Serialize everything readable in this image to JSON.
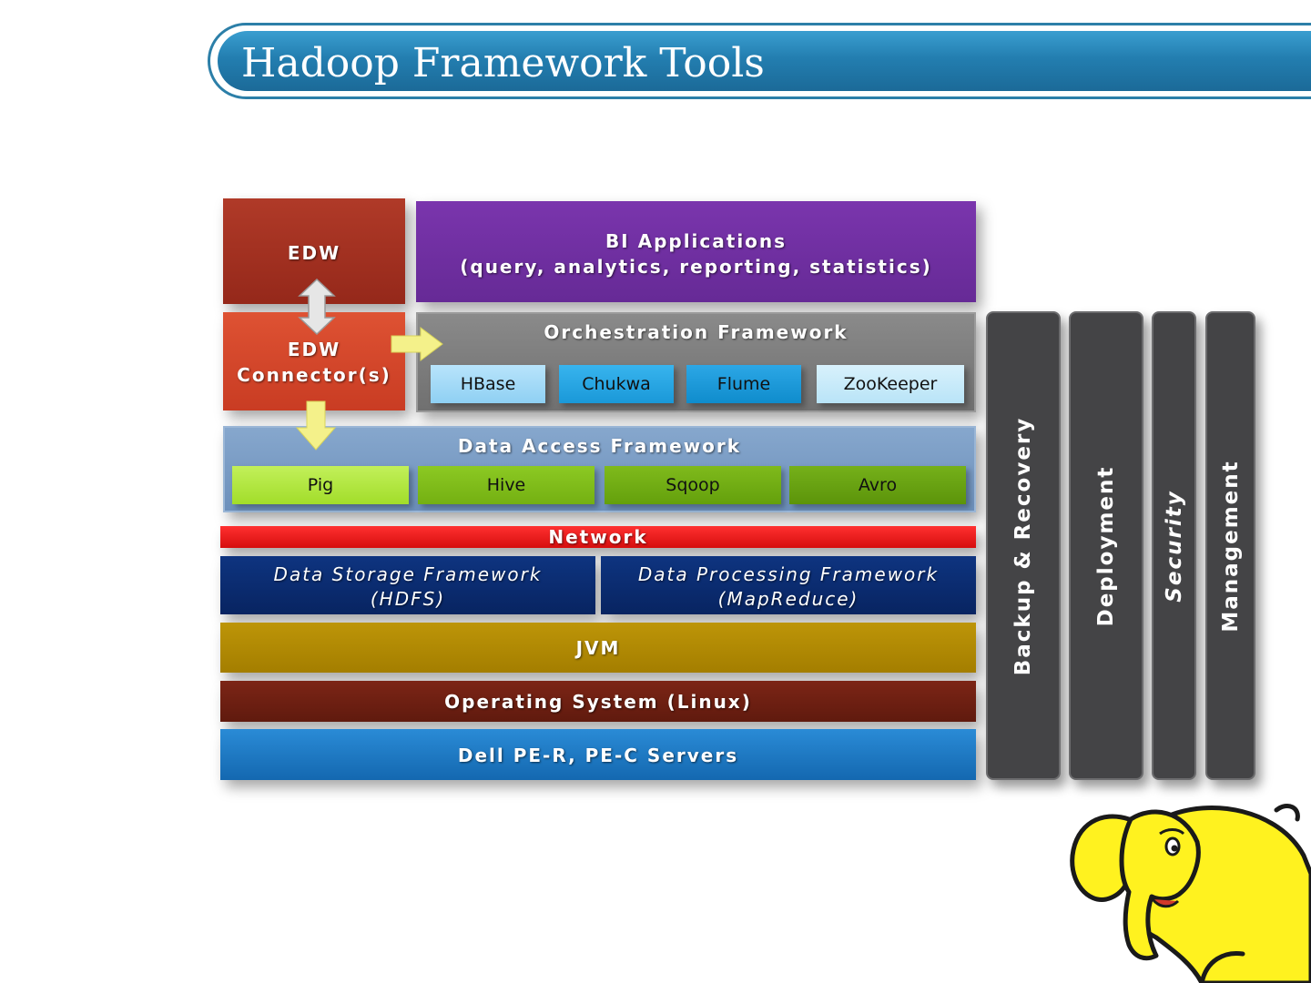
{
  "title": "Hadoop Framework Tools",
  "edw": "EDW",
  "edw_connector": [
    "EDW",
    "Connector(s)"
  ],
  "bi": {
    "title": "BI Applications",
    "subtitle": "(query, analytics, reporting, statistics)"
  },
  "orchestration": {
    "title": "Orchestration Framework",
    "tools": [
      "HBase",
      "Chukwa",
      "Flume",
      "ZooKeeper"
    ]
  },
  "data_access": {
    "title": "Data Access Framework",
    "tools": [
      "Pig",
      "Hive",
      "Sqoop",
      "Avro"
    ]
  },
  "network": "Network",
  "storage": {
    "title": "Data Storage Framework",
    "sub": "(HDFS)"
  },
  "processing": {
    "title": "Data Processing Framework",
    "sub": "(MapReduce)"
  },
  "jvm": "JVM",
  "os": "Operating System (Linux)",
  "servers": "Dell PE-R, PE-C Servers",
  "side_bars": [
    "Backup & Recovery",
    "Deployment",
    "Security",
    "Management"
  ],
  "colors": {
    "edw": "#a93226",
    "connector": "#d9482e",
    "bi": "#7030a0",
    "orchestration": "#7f7f7f",
    "data_access": "#7a9cc6",
    "network": "#ee1c1c",
    "storage": "#0b2a6b",
    "jvm": "#b08a00",
    "os": "#6e1f13",
    "servers": "#1f7cc6",
    "side_bar": "#444446"
  }
}
